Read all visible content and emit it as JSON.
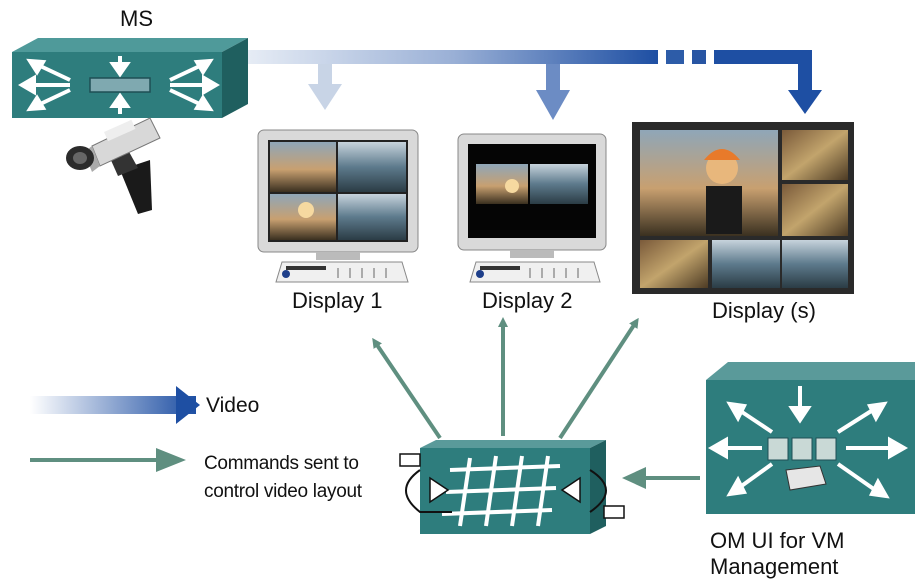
{
  "labels": {
    "ms": "MS",
    "display1": "Display 1",
    "display2": "Display 2",
    "display3": "Display (s)",
    "legend_video": "Video",
    "legend_commands": "Commands sent to control video layout",
    "om_ui": "OM UI for VM Management"
  },
  "colors": {
    "router_teal": "#2e7d7d",
    "video_arrow": "#1e4fa3",
    "command_arrow": "#5f8f80"
  },
  "icons": [
    "camera-icon",
    "ms-router-icon",
    "monitor-icon",
    "keyboard-icon",
    "video-wall-icon",
    "matrix-switch-icon",
    "om-router-icon"
  ]
}
